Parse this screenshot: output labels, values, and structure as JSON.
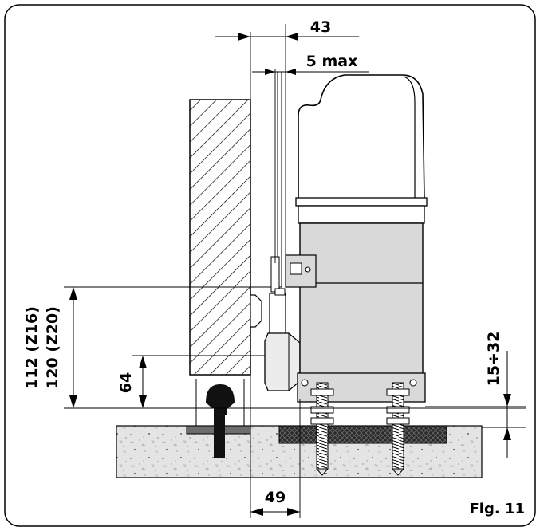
{
  "figure": {
    "caption": "Fig. 11",
    "dimensions": {
      "d43": "43",
      "d5max": "5 max",
      "d112": "112 (Z16)",
      "d120": "120 (Z20)",
      "d64": "64",
      "d15_32": "15÷32",
      "d49": "49"
    },
    "colors": {
      "line": "#000000",
      "motor_body": "#d9d9d9",
      "cover": "#ffffff",
      "concrete": "#e6e6e6",
      "plate": "#555555",
      "foundation": "#333333"
    }
  }
}
